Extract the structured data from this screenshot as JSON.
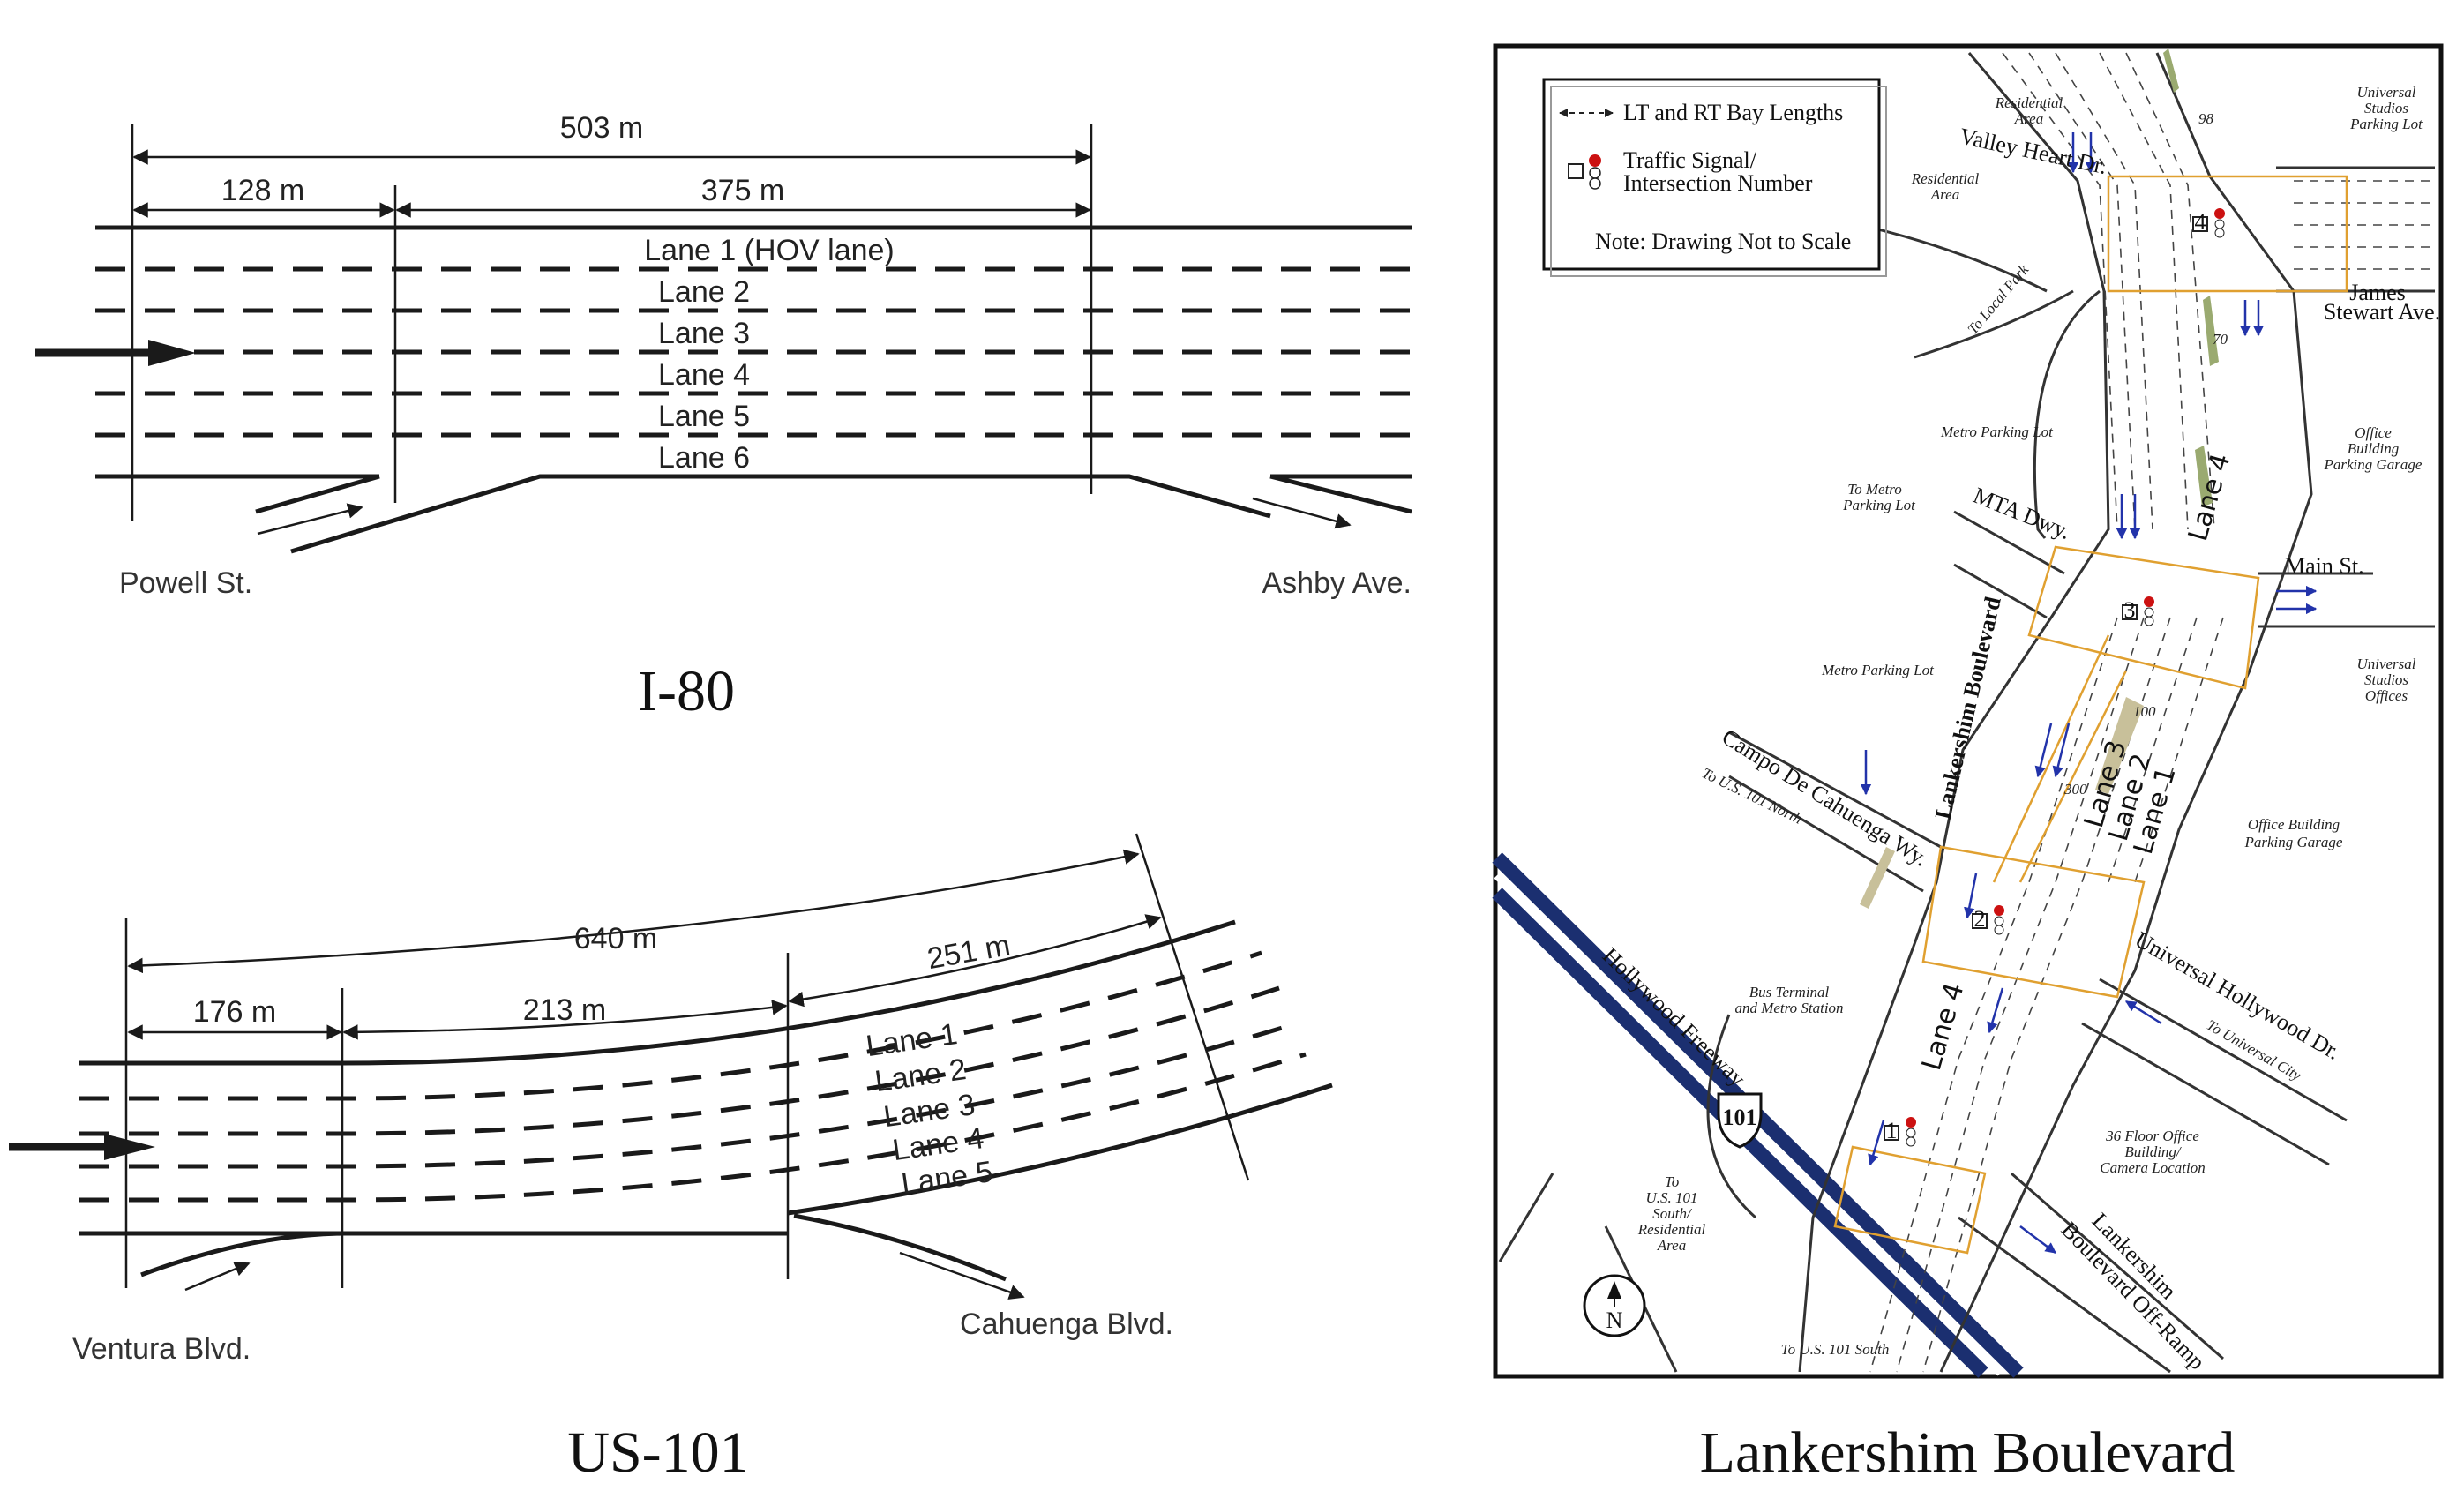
{
  "i80": {
    "caption": "I-80",
    "dim_total": "503 m",
    "dim_a": "128 m",
    "dim_b": "375 m",
    "lanes": [
      "Lane 1 (HOV lane)",
      "Lane 2",
      "Lane 3",
      "Lane 4",
      "Lane 5",
      "Lane 6"
    ],
    "onramp": "Powell St.",
    "offramp": "Ashby Ave."
  },
  "us101": {
    "caption": "US-101",
    "dim_total": "640 m",
    "dim_a": "176 m",
    "dim_b": "213 m",
    "dim_c": "251 m",
    "lanes": [
      "Lane 1",
      "Lane 2",
      "Lane 3",
      "Lane 4",
      "Lane 5"
    ],
    "onramp": "Ventura Blvd.",
    "offramp": "Cahuenga Blvd."
  },
  "lankershim": {
    "caption": "Lankershim Boulevard",
    "legend": {
      "bay": "LT and RT Bay Lengths",
      "signal_1": "Traffic Signal/",
      "signal_2": "Intersection Number",
      "note": "Note: Drawing Not to Scale"
    },
    "streets": {
      "valley_heart": "Valley Heart Dr.",
      "james_stewart_1": "James",
      "james_stewart_2": "Stewart Ave.",
      "mta": "MTA Dwy.",
      "main": "Main St.",
      "campo": "Campo De Cahuenga Wy.",
      "lankershim": "Lankershim Boulevard",
      "universal_hollywood": "Universal Hollywood Dr.",
      "hollywood_fwy": "Hollywood Freeway",
      "offramp_1": "Lankershim",
      "offramp_2": "Boulevard Off-Ramp"
    },
    "places": {
      "res_top_1": "Residential",
      "res_top_2": "Area",
      "res_left_1": "Residential",
      "res_left_2": "Area",
      "to_local_park": "To Local Park",
      "usp_1": "Universal",
      "usp_2": "Studios",
      "usp_3": "Parking Lot",
      "metro_lot_1": "Metro Parking Lot",
      "to_metro_1": "To Metro",
      "to_metro_2": "Parking Lot",
      "office_garage_1": "Office",
      "office_garage_2": "Building",
      "office_garage_3": "Parking Garage",
      "metro_lot_2": "Metro Parking Lot",
      "uso_1": "Universal",
      "uso_2": "Studios",
      "uso_3": "Offices",
      "to_101n": "To U.S. 101 North",
      "obg_1": "Office Building",
      "obg_2": "Parking Garage",
      "bus_1": "Bus Terminal",
      "bus_2": "and Metro Station",
      "to_univ_city": "To Universal City",
      "camera_1": "36 Floor Office",
      "camera_2": "Building/",
      "camera_3": "Camera Location",
      "to101s_1": "To",
      "to101s_2": "U.S. 101",
      "to101s_3": "South/",
      "to101s_4": "Residential",
      "to101s_5": "Area",
      "to101s_bottom": "To U.S. 101 South"
    },
    "shield": "101",
    "north": "N",
    "signals": [
      "4",
      "3",
      "2",
      "1"
    ],
    "bay_values": [
      "98",
      "70",
      "100",
      "300"
    ],
    "lane_labels": [
      "Lane 4",
      "Lane 3",
      "Lane 2",
      "Lane 1",
      "Lane 4"
    ]
  }
}
